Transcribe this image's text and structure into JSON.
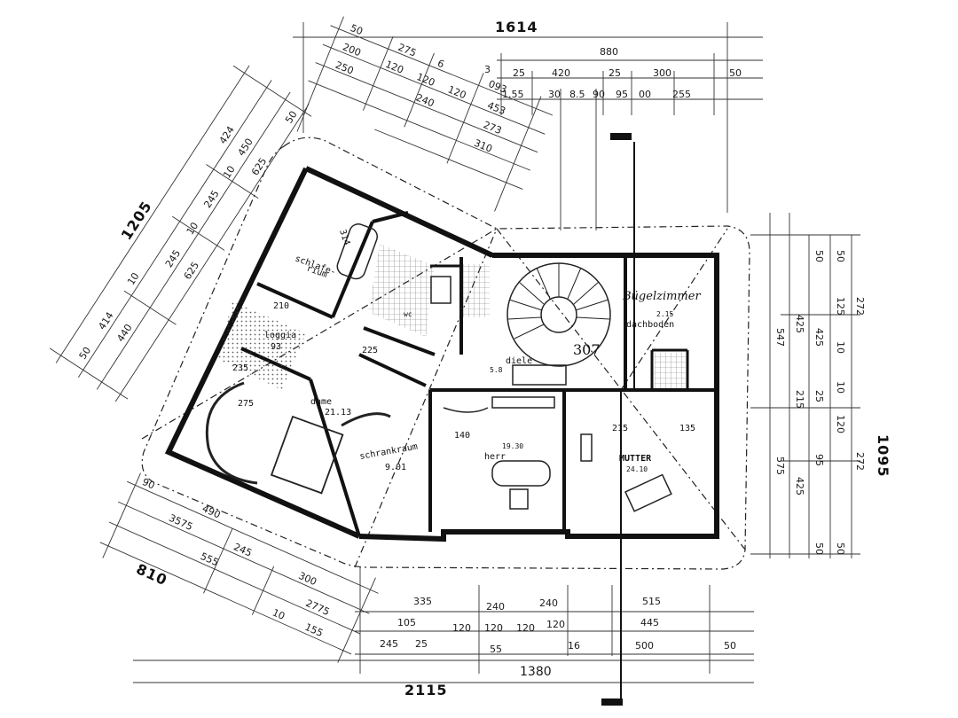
{
  "plan": {
    "overall_dims": {
      "top": "1614",
      "left": "1205",
      "right": "1095",
      "bottom": "2115",
      "lower_left": "810",
      "bottom_mid": "1380"
    },
    "top_row1": [
      "3",
      "25",
      "420",
      "25",
      "300",
      "50"
    ],
    "top_row2": [
      "1.55",
      "30",
      "8.5",
      "90",
      "95",
      "00",
      "255"
    ],
    "top_right_total": "880",
    "upper_left_row1": [
      "50",
      "275",
      "6",
      "093"
    ],
    "upper_left_row2": [
      "200",
      "120",
      "120",
      "120",
      "453"
    ],
    "upper_left_row3": [
      "250",
      "240",
      "273"
    ],
    "upper_left_row4": [
      "310"
    ],
    "left_dims": [
      "50",
      "414",
      "440",
      "10",
      "625",
      "245",
      "10",
      "245",
      "10",
      "424",
      "450",
      "625",
      "50"
    ],
    "right_dims": [
      "50",
      "50",
      "125",
      "272",
      "547",
      "425",
      "10",
      "425",
      "215",
      "25",
      "10",
      "95",
      "575",
      "425",
      "50",
      "50",
      "120",
      "272"
    ],
    "bottom_row1": [
      "335",
      "240",
      "515"
    ],
    "bottom_row2": [
      "105",
      "120",
      "120",
      "120",
      "120",
      "445"
    ],
    "bottom_row3": [
      "245",
      "25",
      "55",
      "16",
      "500",
      "50"
    ],
    "lower_left_dims": [
      "490",
      "3575",
      "245",
      "300",
      "555",
      "2775",
      "10",
      "155",
      "90"
    ],
    "rooms": {
      "schlafzimmer": {
        "label": "schlafe-",
        "label2": "rium",
        "area": "314"
      },
      "loggia": {
        "label": "loggia",
        "area": "93"
      },
      "dame": {
        "label": "dame",
        "area": "21.13"
      },
      "schrankraum": {
        "label": "schrankraum",
        "area": "9.01"
      },
      "herr": {
        "label": "herr",
        "area": "19.30"
      },
      "mutter": {
        "label": "MUTTER",
        "area": "24.10"
      },
      "buegel": {
        "label": "Bügelzimmer",
        "area": "2.15",
        "sub": "dachboden"
      },
      "diele": {
        "label": "diele",
        "area": "5.8"
      },
      "wc": {
        "label": "wc"
      },
      "center": {
        "area": "307"
      },
      "r215": "215",
      "r235": "235",
      "r275": "275",
      "r210": "210",
      "r135": "135",
      "r225": "225",
      "r140": "140"
    }
  }
}
